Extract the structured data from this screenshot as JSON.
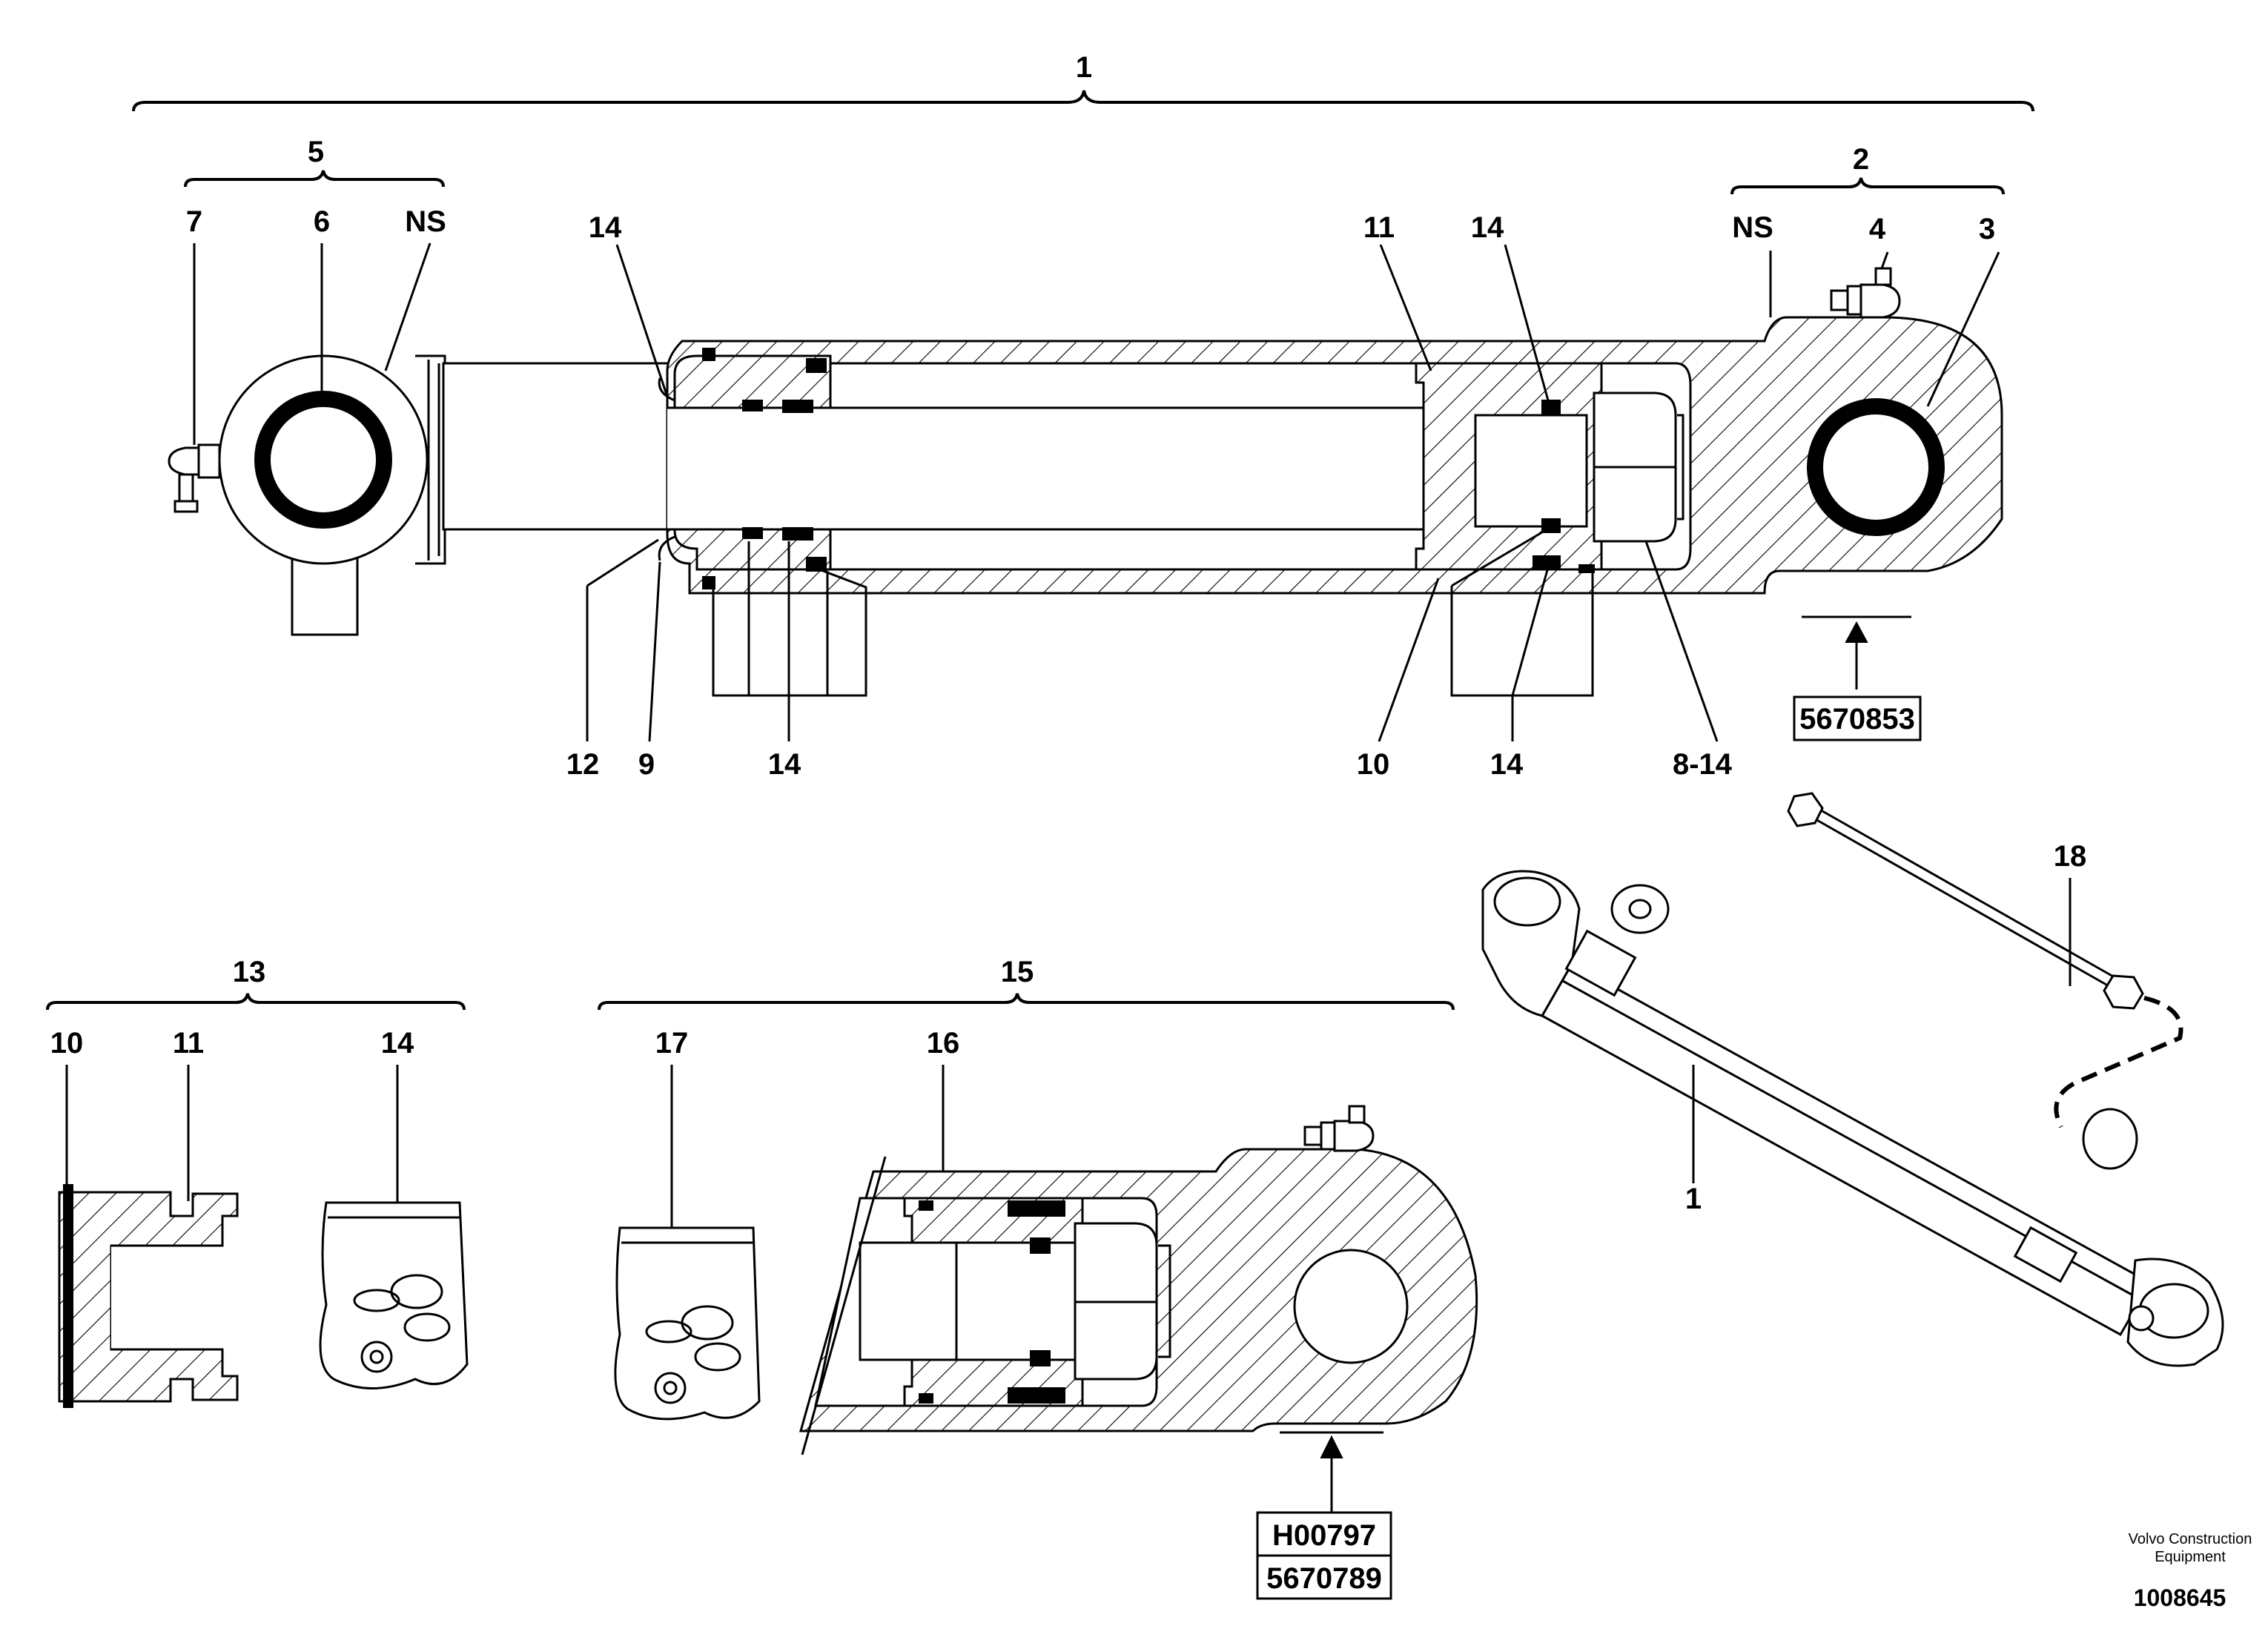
{
  "callouts": {
    "c1_top": "1",
    "c5": "5",
    "c2": "2",
    "c7": "7",
    "c6": "6",
    "ns_left": "NS",
    "c14_a": "14",
    "c11_top": "11",
    "c14_b": "14",
    "ns_right": "NS",
    "c4": "4",
    "c3": "3",
    "c12": "12",
    "c9": "9",
    "c14_c": "14",
    "c10_top": "10",
    "c14_d": "14",
    "c8_14": "8-14",
    "c13": "13",
    "c10_kit": "10",
    "c11_kit": "11",
    "c14_kit": "14",
    "c15": "15",
    "c17": "17",
    "c16": "16",
    "c18": "18",
    "c1_iso": "1"
  },
  "ref_boxes": {
    "top_ref": "5670853",
    "bottom_ref_1": "H00797",
    "bottom_ref_2": "5670789"
  },
  "footer": {
    "brand_line1": "Volvo Construction",
    "brand_line2": "Equipment",
    "doc_number": "1008645"
  }
}
